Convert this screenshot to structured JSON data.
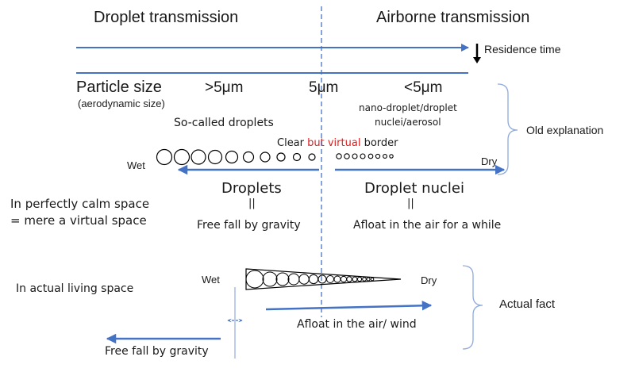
{
  "headings": {
    "left": "Droplet transmission",
    "right": "Airborne transmission"
  },
  "residence_time": "Residence time",
  "particle_size": {
    "label": "Particle size",
    "sub": "(aerodynamic size)",
    "gt": ">5μm",
    "eq": "5μm",
    "lt": "<5μm"
  },
  "so_called": "So-called droplets",
  "nano_line1": "nano-droplet/droplet",
  "nano_line2": "nuclei/aerosol",
  "border": {
    "part1": "Clear ",
    "part2": "but virtual",
    "part3": " border"
  },
  "wet": "Wet",
  "dry": "Dry",
  "old_explanation": "Old explanation",
  "droplets": "Droplets",
  "droplet_nuclei": "Droplet nuclei",
  "equiv": "||",
  "calm_line1": "In perfectly calm space",
  "calm_line2": "= mere a virtual space",
  "free_fall": "Free fall by gravity",
  "afloat_while": "Afloat in the air for a while",
  "actual_living": "In actual living space",
  "afloat_wind": "Afloat in the air/ wind",
  "actual_fact": "Actual fact",
  "colors": {
    "arrow_blue": "#4472c4",
    "dashed_blue": "#4472c4",
    "bracket_blue": "#8faadc",
    "red_text": "#e02020"
  }
}
